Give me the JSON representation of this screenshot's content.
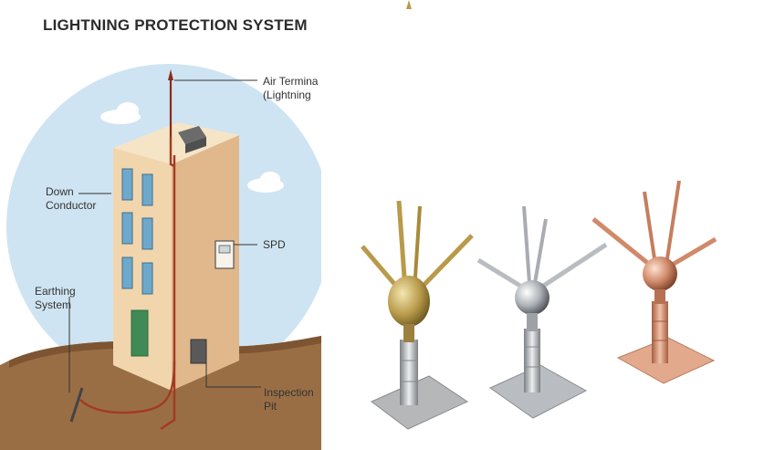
{
  "diagram": {
    "title": "LIGHTNING PROTECTION SYSTEM",
    "labels": {
      "air_terminal_line1": "Air Termina",
      "air_terminal_line2": "(Lightning",
      "down_conductor_line1": "Down",
      "down_conductor_line2": "Conductor",
      "spd": "SPD",
      "earthing_line1": "Earthing",
      "earthing_line2": "System",
      "inspection_line1": "Inspection",
      "inspection_line2": "Pit"
    }
  },
  "products": {
    "items": [
      {
        "finish": "brass",
        "color": "#b89a4a"
      },
      {
        "finish": "stainless-steel",
        "color": "#b9bcc0"
      },
      {
        "finish": "copper",
        "color": "#d7967a"
      }
    ]
  }
}
